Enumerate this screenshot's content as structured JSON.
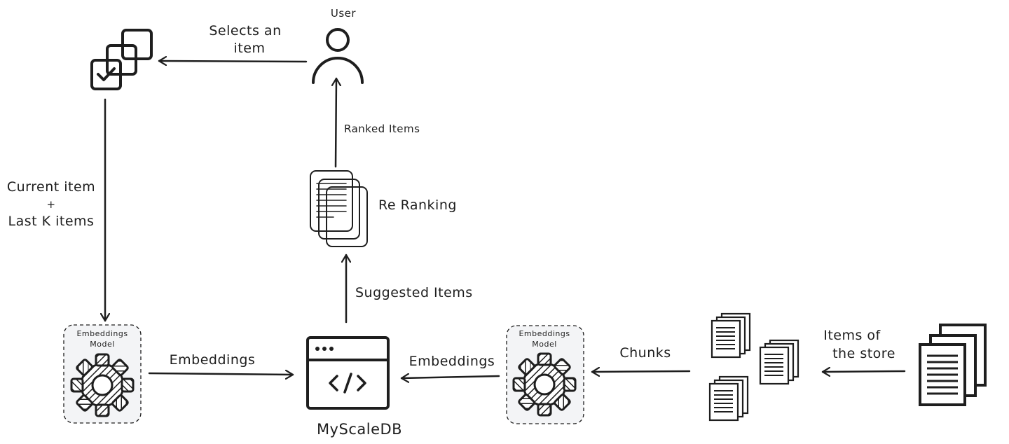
{
  "nodes": {
    "user": {
      "label": "User"
    },
    "rerank": {
      "label": "Re Ranking"
    },
    "db": {
      "label": "MyScaleDB"
    },
    "model_left": {
      "label_line1": "Embeddings",
      "label_line2": "Model"
    },
    "model_right": {
      "label_line1": "Embeddings",
      "label_line2": "Model"
    }
  },
  "edges": {
    "selects": {
      "line1": "Selects an",
      "line2": "item"
    },
    "ranked": {
      "label": "Ranked Items"
    },
    "suggested": {
      "label": "Suggested Items"
    },
    "current": {
      "line1": "Current item",
      "line2": "+",
      "line3": "Last K items"
    },
    "emb_left": {
      "label": "Embeddings"
    },
    "emb_right": {
      "label": "Embeddings"
    },
    "chunks": {
      "label": "Chunks"
    },
    "store": {
      "line1": "Items of",
      "line2": "the store"
    }
  },
  "colors": {
    "stroke": "#1e1e1e",
    "note_fill": "#ffe8a3",
    "model_box_fill": "#f3f4f6"
  },
  "icons": {
    "selection": "checklist-icon",
    "user": "user-icon",
    "rerank": "documents-stack-icon",
    "db": "code-window-icon",
    "model": "gear-icon",
    "chunks": "document-copies-icon",
    "store": "document-stack-icon"
  }
}
